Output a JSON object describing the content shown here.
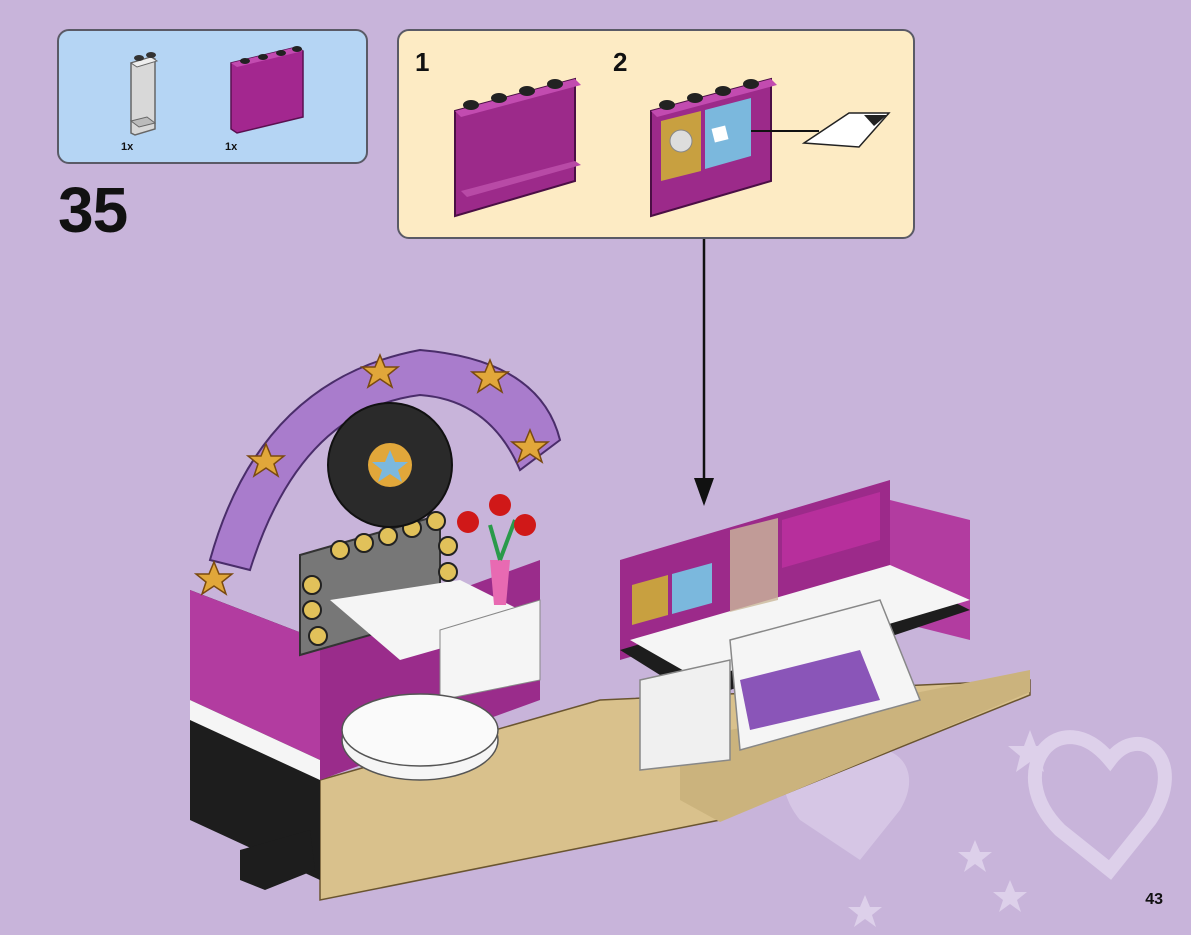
{
  "parts": [
    {
      "name": "transparent-panel",
      "qty": "1x"
    },
    {
      "name": "magenta-panel",
      "qty": "1x"
    }
  ],
  "step": {
    "number": "35"
  },
  "substeps": [
    {
      "number": "1"
    },
    {
      "number": "2"
    }
  ],
  "page": {
    "number": "43"
  },
  "colors": {
    "background": "#c8b4da",
    "parts_box": "#b5d5f4",
    "substep_box": "#fdebc4",
    "magenta": "#9c2a8a",
    "lavender": "#a97ccc",
    "tan": "#d9c18c",
    "gold": "#e1a73a"
  }
}
